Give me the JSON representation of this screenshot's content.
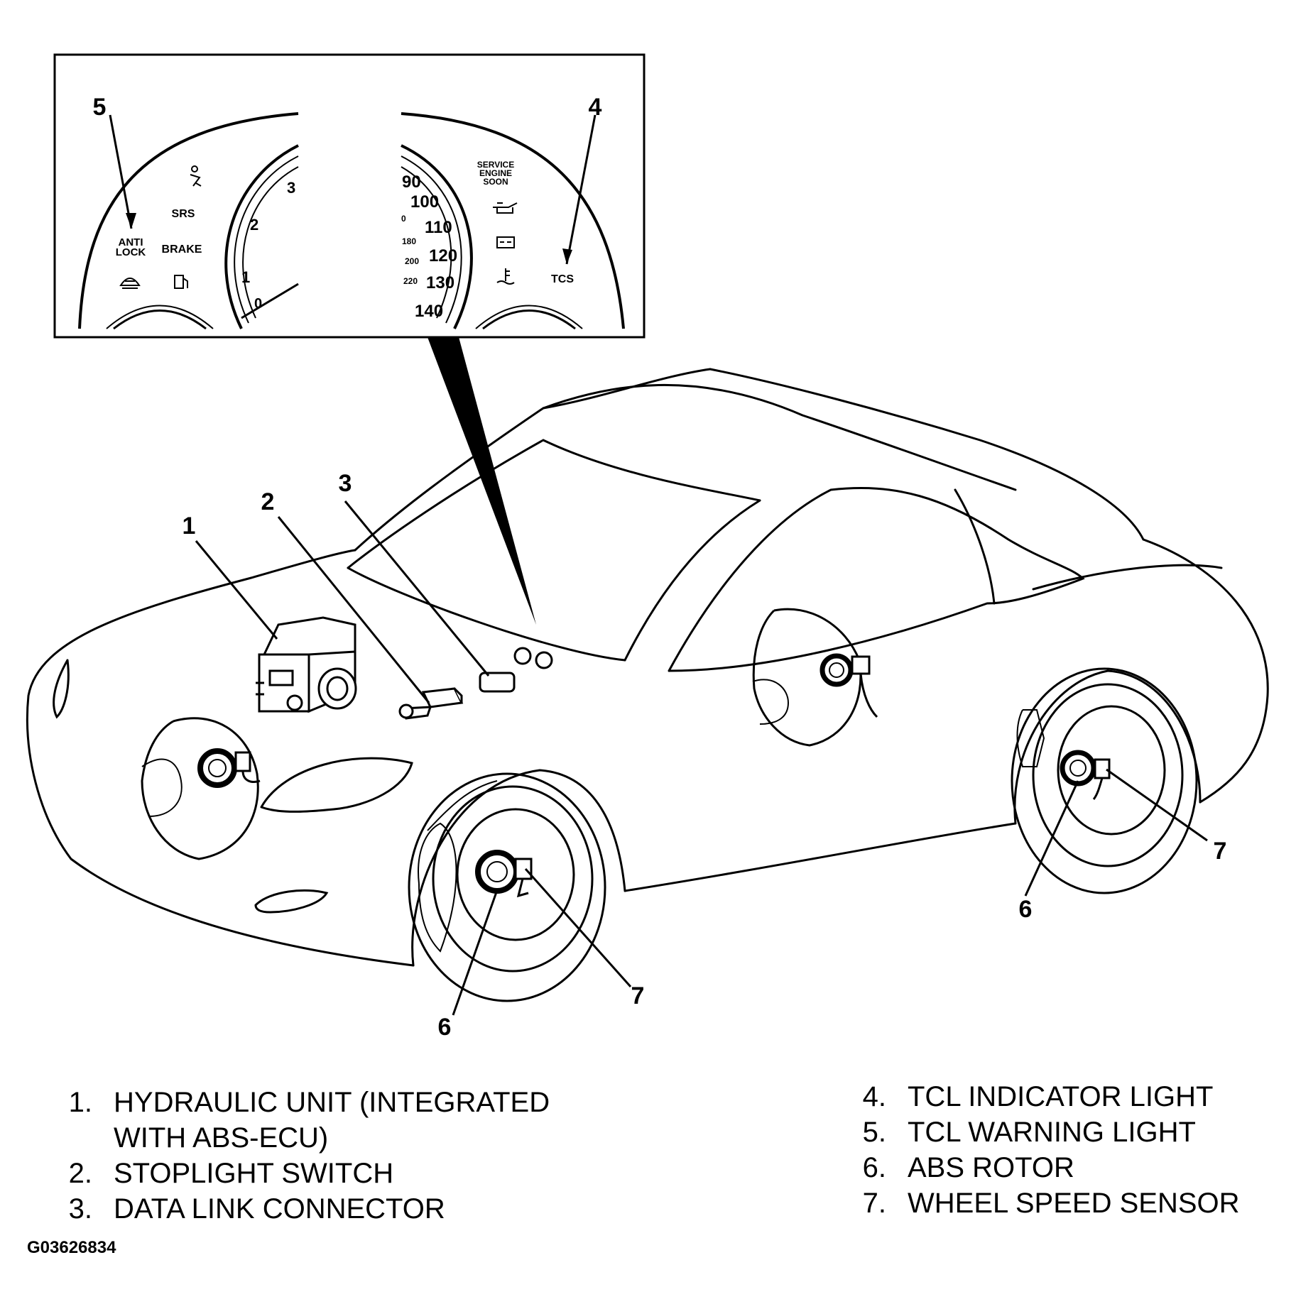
{
  "dashboard": {
    "callout_tcl_warning": "5",
    "callout_tcl_indicator": "4",
    "anti_lock_line1": "ANTI",
    "anti_lock_line2": "LOCK",
    "srs": "SRS",
    "brake": "BRAKE",
    "tcs": "TCS",
    "service_line1": "SERVICE",
    "service_line2": "ENGINE",
    "service_line3": "SOON",
    "tach_ticks": [
      "3",
      "2",
      "1",
      "0"
    ],
    "mph_ticks": [
      "90",
      "100",
      "110",
      "120",
      "130",
      "140"
    ],
    "kmh_ticks": [
      "0",
      "180",
      "200",
      "220"
    ]
  },
  "callouts": {
    "hydraulic_unit": "1",
    "stoplight_switch": "2",
    "data_link_connector": "3",
    "front_abs_rotor": "6",
    "front_wheel_speed_sensor": "7",
    "rear_abs_rotor": "6",
    "rear_wheel_speed_sensor": "7"
  },
  "legend": {
    "left": [
      {
        "num": "1.",
        "label": "HYDRAULIC UNIT (INTEGRATED\nWITH ABS-ECU)"
      },
      {
        "num": "2.",
        "label": "STOPLIGHT SWITCH"
      },
      {
        "num": "3.",
        "label": "DATA LINK CONNECTOR"
      }
    ],
    "right": [
      {
        "num": "4.",
        "label": "TCL INDICATOR LIGHT"
      },
      {
        "num": "5.",
        "label": "TCL WARNING LIGHT"
      },
      {
        "num": "6.",
        "label": "ABS ROTOR"
      },
      {
        "num": "7.",
        "label": "WHEEL SPEED SENSOR"
      }
    ]
  },
  "figure_id": "G03626834"
}
